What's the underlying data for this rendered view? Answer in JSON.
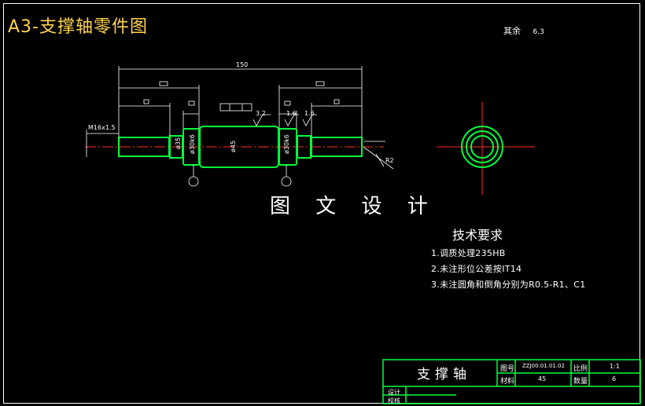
{
  "drawing": {
    "title": "A3-支撑轴零件图",
    "caption": "图 文 设 计",
    "roughness_note": "其余",
    "roughness_value": "6.3",
    "dimensions": {
      "overall_length": "150",
      "thread": "M16x1.5",
      "dia_a": "ø35",
      "dia_b": "ø30k6",
      "dia_main": "ø45",
      "dia_c": "ø30k6",
      "roughness_1": "3.2",
      "roughness_2": "1.6",
      "roughness_3": "1.6",
      "radius": "R2"
    }
  },
  "tech_requirements": {
    "title": "技术要求",
    "items": [
      "1.调质处理235HB",
      "2.未注形位公差按IT14",
      "3.未注圆角和倒角分别为R0.5-R1、C1"
    ]
  },
  "title_block": {
    "part_name": "支撑轴",
    "drawing_no_label": "图号",
    "drawing_no": "ZZJ00.01.01.02",
    "scale_label": "比例",
    "scale": "1:1",
    "material_label": "材料",
    "material": "45",
    "quantity_label": "数量",
    "quantity": "6",
    "design_label": "设计",
    "check_label": "校核"
  },
  "colors": {
    "background": "#000000",
    "outline": "#00ff3c",
    "centerline": "#ff2a2a",
    "dimension": "#ffffff",
    "title": "#ffd34d"
  }
}
